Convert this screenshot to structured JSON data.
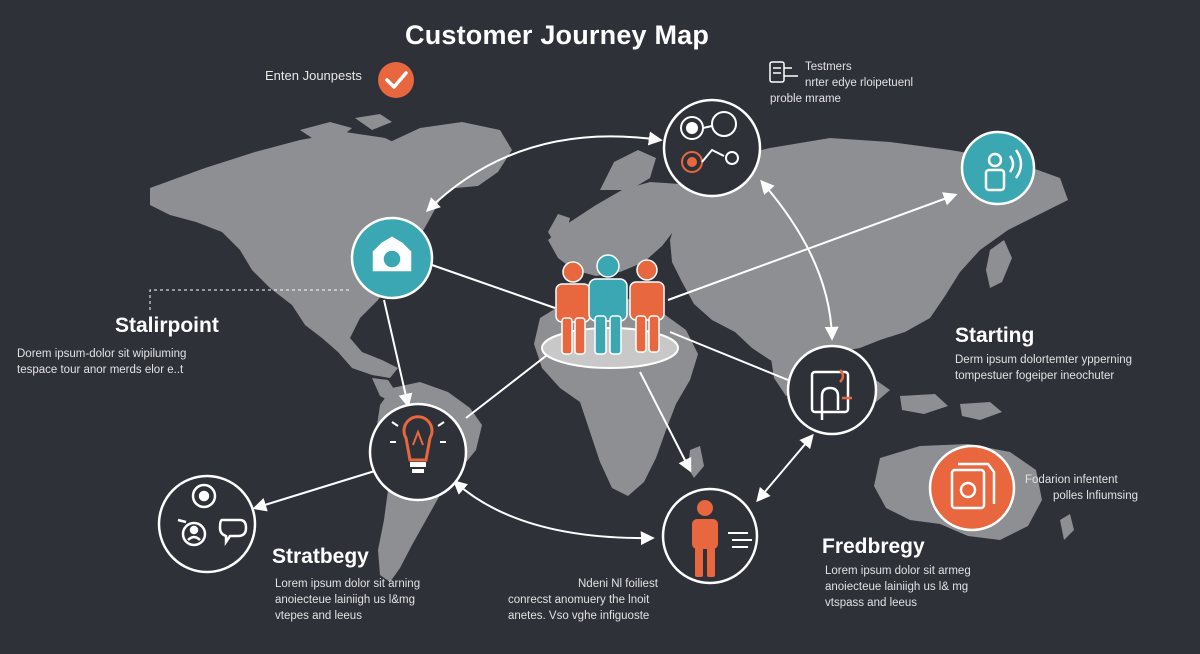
{
  "title": "Customer Journey Map",
  "intro": {
    "label": "Enten Jounpests"
  },
  "top_right_note": [
    "Testmers",
    "nrter edye rloipetuenl",
    "proble mrame"
  ],
  "sections": {
    "stalirpoint": {
      "heading": "Stalirpoint",
      "lines": [
        "Dorem ipsum-dolor sit wipiluming",
        "tespace tour anor merds elor e..t"
      ]
    },
    "starting": {
      "heading": "Starting",
      "lines": [
        "Derm ipsum dolortemter ypperning",
        "tompestuer fogeiper ineochuter"
      ]
    },
    "stratbegy": {
      "heading": "Stratbegy",
      "lines": [
        "Lorem ipsum dolor sit arning",
        "anoiecteue lainiigh us l&mg",
        "vtepes and leeus"
      ]
    },
    "fredbregy": {
      "heading": "Fredbregy",
      "lines": [
        "Lorem ipsum dolor sit armeg",
        "anoiecteue lainiigh us l& mg",
        "vtspass and leeus"
      ]
    },
    "fodarion": {
      "lines": [
        "Fodarion infentent",
        "polles lnfiumsing"
      ]
    },
    "bottom_center": {
      "lines": [
        "Ndeni Nl foiliest",
        "conrecst anomuery the lnoit",
        "anetes. Vso vghe infiguoste"
      ]
    }
  },
  "colors": {
    "background": "#2f3139",
    "map": "#8e8f92",
    "accent_orange": "#e8673f",
    "accent_teal": "#3ba7b3",
    "line": "#ffffff"
  },
  "icons": {
    "check": "check-icon",
    "camera": "camera-icon",
    "gears": "gears-icon",
    "phone": "phone-signal-icon",
    "bulb": "lightbulb-icon",
    "team": "team-gears-icon",
    "touch": "touch-screen-icon",
    "person": "person-icon",
    "document": "document-icon",
    "group": "customer-group-icon"
  }
}
